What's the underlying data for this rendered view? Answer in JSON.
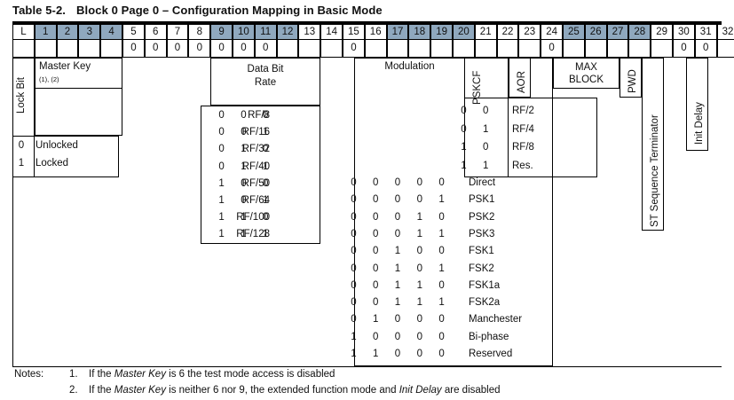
{
  "title": {
    "number": "Table 5-2.",
    "caption": "Block 0 Page 0 – Configuration Mapping in Basic Mode"
  },
  "header": {
    "lock_label": "L",
    "columns": [
      "1",
      "2",
      "3",
      "4",
      "5",
      "6",
      "7",
      "8",
      "9",
      "10",
      "11",
      "12",
      "13",
      "14",
      "15",
      "16",
      "17",
      "18",
      "19",
      "20",
      "21",
      "22",
      "23",
      "24",
      "25",
      "26",
      "27",
      "28",
      "29",
      "30",
      "31",
      "32"
    ],
    "shaded_groups": [
      [
        1,
        4
      ],
      [
        9,
        12
      ],
      [
        17,
        20
      ],
      [
        25,
        28
      ]
    ],
    "shade_color": "#8fa8be"
  },
  "fixed_bits_row": {
    "values": {
      "5": "0",
      "6": "0",
      "7": "0",
      "8": "0",
      "9": "0",
      "10": "0",
      "11": "0",
      "15": "0",
      "24": "0",
      "30": "0",
      "31": "0"
    }
  },
  "fields": {
    "lock_bit": {
      "label": "Lock Bit",
      "values": [
        {
          "code": "0",
          "name": "Unlocked"
        },
        {
          "code": "1",
          "name": "Locked"
        }
      ]
    },
    "master_key": {
      "label": "Master Key",
      "footnote_refs": "(1), (2)"
    },
    "data_bit_rate": {
      "label_line1": "Data Bit",
      "label_line2": "Rate",
      "rows": [
        {
          "name": "RF/8",
          "bits": [
            "0",
            "0",
            "0"
          ]
        },
        {
          "name": "RF/16",
          "bits": [
            "0",
            "0",
            "1"
          ]
        },
        {
          "name": "RF/32",
          "bits": [
            "0",
            "1",
            "0"
          ]
        },
        {
          "name": "RF/40",
          "bits": [
            "0",
            "1",
            "1"
          ]
        },
        {
          "name": "RF/50",
          "bits": [
            "1",
            "0",
            "0"
          ]
        },
        {
          "name": "RF/64",
          "bits": [
            "1",
            "0",
            "1"
          ]
        },
        {
          "name": "RF/100",
          "bits": [
            "1",
            "1",
            "0"
          ]
        },
        {
          "name": "RF/128",
          "bits": [
            "1",
            "1",
            "1"
          ]
        }
      ]
    },
    "modulation": {
      "label": "Modulation",
      "rows": [
        {
          "bits": [
            "0",
            "0",
            "0",
            "0",
            "0"
          ],
          "name": "Direct"
        },
        {
          "bits": [
            "0",
            "0",
            "0",
            "0",
            "1"
          ],
          "name": "PSK1"
        },
        {
          "bits": [
            "0",
            "0",
            "0",
            "1",
            "0"
          ],
          "name": "PSK2"
        },
        {
          "bits": [
            "0",
            "0",
            "0",
            "1",
            "1"
          ],
          "name": "PSK3"
        },
        {
          "bits": [
            "0",
            "0",
            "1",
            "0",
            "0"
          ],
          "name": "FSK1"
        },
        {
          "bits": [
            "0",
            "0",
            "1",
            "0",
            "1"
          ],
          "name": "FSK2"
        },
        {
          "bits": [
            "0",
            "0",
            "1",
            "1",
            "0"
          ],
          "name": "FSK1a"
        },
        {
          "bits": [
            "0",
            "0",
            "1",
            "1",
            "1"
          ],
          "name": "FSK2a"
        },
        {
          "bits": [
            "0",
            "1",
            "0",
            "0",
            "0"
          ],
          "name": "Manchester"
        },
        {
          "bits": [
            "1",
            "0",
            "0",
            "0",
            "0"
          ],
          "name": "Bi-phase"
        },
        {
          "bits": [
            "1",
            "1",
            "0",
            "0",
            "0"
          ],
          "name": "Reserved"
        }
      ]
    },
    "pskcf": {
      "label": "PSKCF",
      "rows": [
        {
          "bits": [
            "0",
            "0"
          ],
          "name": "RF/2"
        },
        {
          "bits": [
            "0",
            "1"
          ],
          "name": "RF/4"
        },
        {
          "bits": [
            "1",
            "0"
          ],
          "name": "RF/8"
        },
        {
          "bits": [
            "1",
            "1"
          ],
          "name": "Res."
        }
      ]
    },
    "aor": {
      "label": "AOR"
    },
    "max_block": {
      "label_line1": "MAX",
      "label_line2": "BLOCK"
    },
    "pwd": {
      "label": "PWD"
    },
    "st_sequence_terminator": {
      "label": "ST Sequence Terminator"
    },
    "init_delay": {
      "label": "Init Delay"
    }
  },
  "notes": {
    "label": "Notes:",
    "items": [
      {
        "num": "1.",
        "pre": "If the ",
        "em1": "Master Key",
        "mid": " is 6 the test mode access is disabled",
        "em2": "",
        "post": ""
      },
      {
        "num": "2.",
        "pre": "If the ",
        "em1": "Master Key",
        "mid": " is neither 6 nor 9, the extended function mode and ",
        "em2": "Init Delay",
        "post": " are disabled"
      }
    ]
  }
}
